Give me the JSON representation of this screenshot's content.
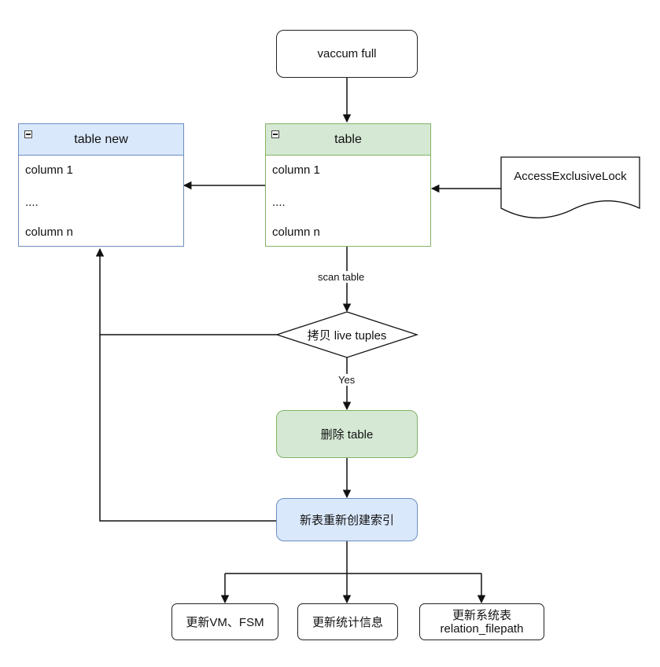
{
  "start": {
    "label": "vaccum full"
  },
  "table": {
    "title": "table",
    "rows": [
      "column 1",
      "....",
      "column n"
    ]
  },
  "table_new": {
    "title": "table new",
    "rows": [
      "column 1",
      "....",
      "column n"
    ]
  },
  "lock": {
    "label": "AccessExclusiveLock"
  },
  "edges": {
    "scan_label": "scan table",
    "yes_label": "Yes"
  },
  "decision": {
    "label": "拷贝 live tuples"
  },
  "delete_step": {
    "label": "删除 table"
  },
  "reindex_step": {
    "label": "新表重新创建索引"
  },
  "outputs": [
    "更新VM、FSM",
    "更新统计信息",
    "更新系统表\nrelation_filepath"
  ],
  "colors": {
    "blue_fill": "#dae8fc",
    "blue_border": "#6c8ebf",
    "green_fill": "#d5e8d4",
    "green_border": "#82b366",
    "line": "#111111"
  }
}
